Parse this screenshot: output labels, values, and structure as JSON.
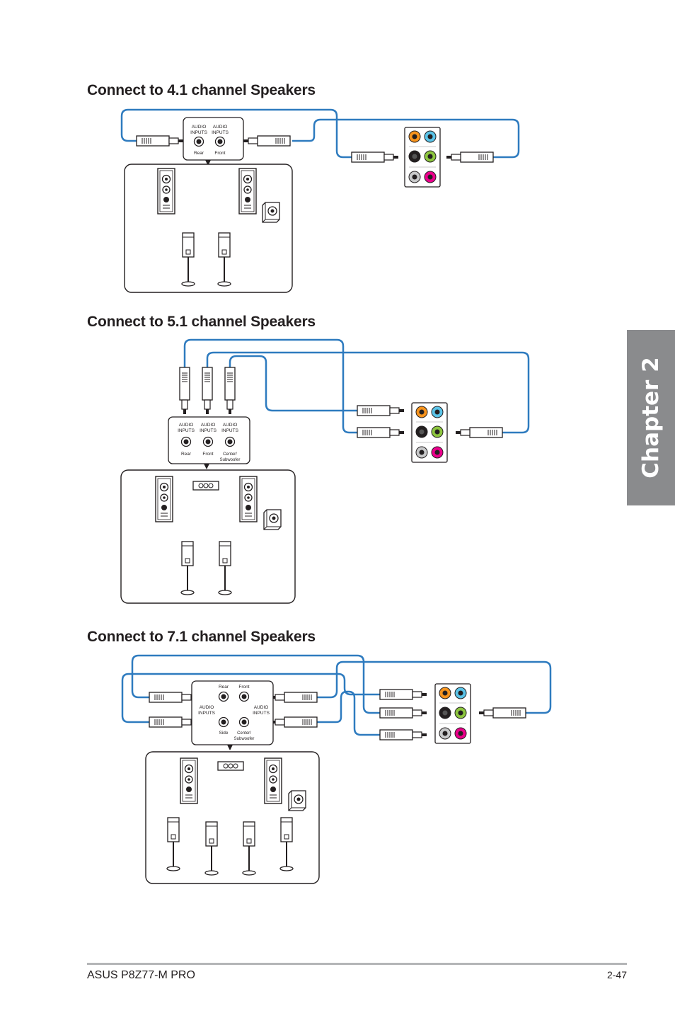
{
  "chapter_tab": {
    "label": "Chapter 2"
  },
  "sections": [
    {
      "heading": "Connect to 4.1 channel Speakers",
      "jack_labels": [
        "AUDIO",
        "INPUTS",
        "AUDIO",
        "INPUTS"
      ],
      "jack_names": [
        "Rear",
        "Front"
      ]
    },
    {
      "heading": "Connect to 5.1 channel Speakers",
      "jack_labels": [
        "AUDIO",
        "INPUTS",
        "AUDIO",
        "INPUTS",
        "AUDIO",
        "INPUTS"
      ],
      "jack_names": [
        "Rear",
        "Front",
        "Center/",
        "Subwoofer"
      ]
    },
    {
      "heading": "Connect to 7.1 channel Speakers",
      "jack_labels": [
        "Rear",
        "Front",
        "AUDIO",
        "INPUTS",
        "AUDIO",
        "INPUTS"
      ],
      "jack_names": [
        "Side",
        "Center/",
        "Subwoofer"
      ]
    }
  ],
  "audio_port_colors": {
    "orange": "#f7941d",
    "light_blue": "#5bc4e8",
    "black": "#231f20",
    "green": "#8dc63f",
    "gray": "#c8c9ca",
    "pink": "#ec008c"
  },
  "cable_color": "#2e7bbf",
  "footer": {
    "product": "ASUS P8Z77-M PRO",
    "page_number": "2-47"
  }
}
